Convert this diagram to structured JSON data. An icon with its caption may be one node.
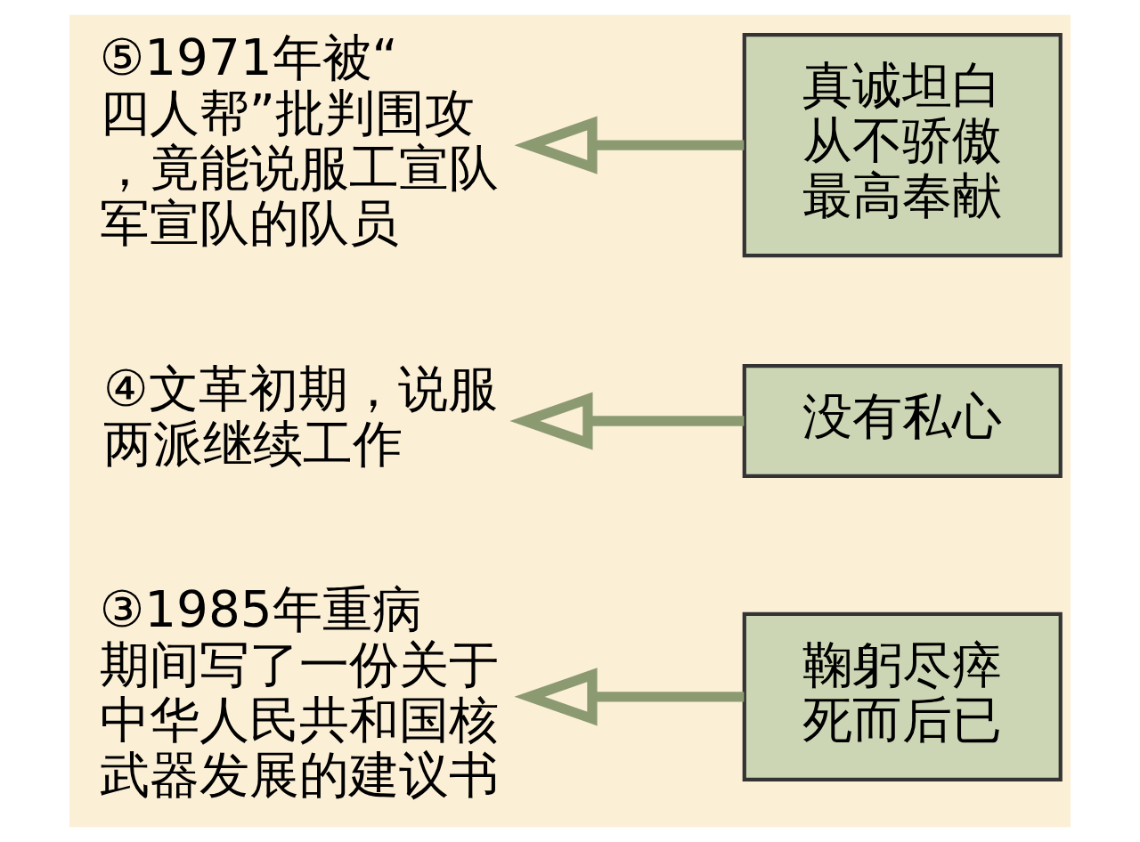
{
  "diagram": {
    "nodes": [
      {
        "text": [
          "③1985年重病期间写了一份关于中华人民共和国核武器发展的建议书"
        ]
      },
      {
        "text": [
          "鞠躬尽瘁死而后已"
        ]
      },
      {
        "text": [
          "④文革初期，说服两派继续工作"
        ]
      },
      {
        "text": [
          "没有私心"
        ]
      },
      {
        "text": [
          "⑤1971年被“四人帮”批判围攻，竟能说服工宣队军宣队的队员"
        ]
      },
      {
        "text": [
          "真诚坦白从不骄傲最高奉献"
        ]
      }
    ],
    "edges": [
      {
        "from": 1,
        "to": 0,
        "arrow": "to"
      },
      {
        "from": 3,
        "to": 2,
        "arrow": "to"
      },
      {
        "from": 5,
        "to": 4,
        "arrow": "to"
      }
    ]
  }
}
